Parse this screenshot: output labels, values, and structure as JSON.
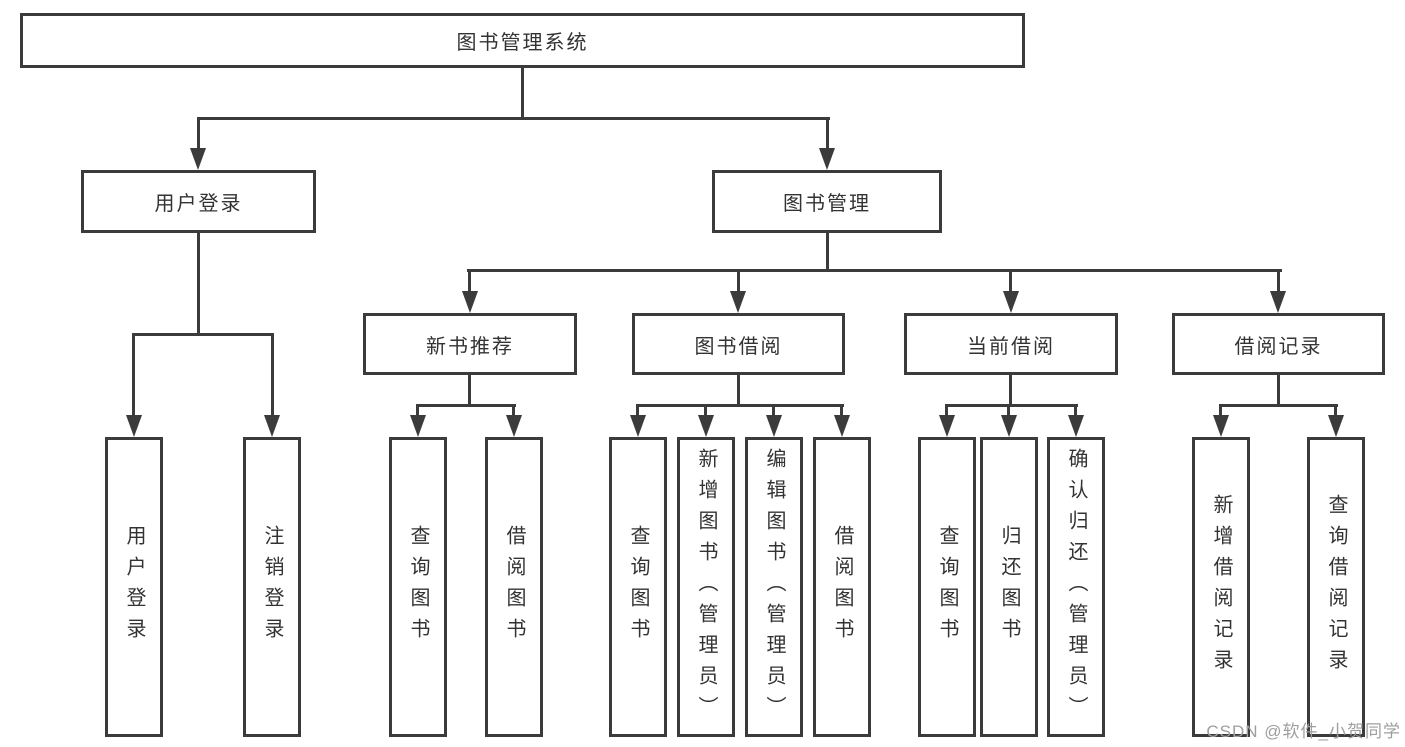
{
  "diagram": {
    "root": {
      "label": "图书管理系统"
    },
    "level2": [
      {
        "label": "用户登录"
      },
      {
        "label": "图书管理"
      }
    ],
    "level3": [
      {
        "label": "新书推荐"
      },
      {
        "label": "图书借阅"
      },
      {
        "label": "当前借阅"
      },
      {
        "label": "借阅记录"
      }
    ],
    "leaves": {
      "user_login": [
        {
          "label": "用户登录"
        },
        {
          "label": "注销登录"
        }
      ],
      "new_book": [
        {
          "label": "查询图书"
        },
        {
          "label": "借阅图书"
        }
      ],
      "book_borrow": [
        {
          "label": "查询图书"
        },
        {
          "label": "新增图书（管理员）"
        },
        {
          "label": "编辑图书（管理员）"
        },
        {
          "label": "借阅图书"
        }
      ],
      "current_borrow": [
        {
          "label": "查询图书"
        },
        {
          "label": "归还图书"
        },
        {
          "label": "确认归还（管理员）"
        }
      ],
      "borrow_records": [
        {
          "label": "新增借阅记录"
        },
        {
          "label": "查询借阅记录"
        }
      ]
    }
  },
  "watermark": {
    "text": "CSDN @软件_小贺同学"
  },
  "colors": {
    "line": "#3b3b3b",
    "text": "#333333",
    "watermark": "#9e9e9e",
    "background": "#ffffff"
  }
}
